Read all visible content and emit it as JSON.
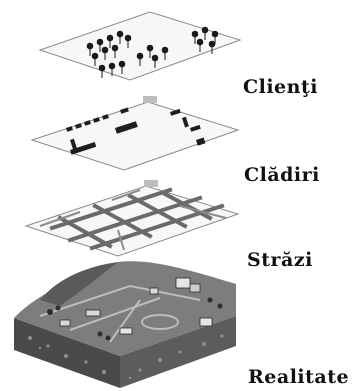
{
  "diagram": {
    "layers": [
      {
        "id": "clients",
        "label": "Clienţi"
      },
      {
        "id": "buildings",
        "label": "Clădiri"
      },
      {
        "id": "streets",
        "label": "Străzi"
      },
      {
        "id": "reality",
        "label": "Realitate"
      }
    ],
    "colors": {
      "plane_fill": "#f7f7f7",
      "plane_stroke": "#8a8a8a",
      "pin": "#1a1a1a",
      "building": "#1e1e1e",
      "street": "#6a6a6a",
      "terrain_top": "#7d7d7d",
      "terrain_side": "#4a4a4a"
    },
    "icons": [
      "map-pin-icon",
      "building-block-icon",
      "terrain-block-icon"
    ]
  }
}
